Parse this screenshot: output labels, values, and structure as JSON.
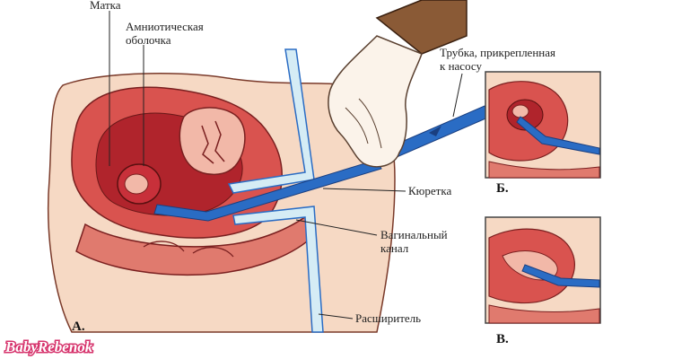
{
  "labels": {
    "uterus": "Матка",
    "amnion_line1": "Амниотическая",
    "amnion_line2": "оболочка",
    "tube_line1": "Трубка, прикрепленная",
    "tube_line2": "к насосу",
    "curette": "Кюретка",
    "vaginal_line1": "Вагинальный",
    "vaginal_line2": "канал",
    "dilator": "Расширитель",
    "panel_a": "А.",
    "panel_b": "Б.",
    "panel_c": "В."
  },
  "watermark": "BabyRebenok",
  "colors": {
    "tissue_dark": "#b0242c",
    "tissue_mid": "#d9534f",
    "tissue_light": "#f2b8a8",
    "skin": "#f6d9c4",
    "instrument": "#2a6cc4",
    "instrument_light": "#d5ecf5",
    "glove": "#fbf3ea",
    "sleeve": "#8a5a36",
    "watermark_stroke": "#d6336c"
  }
}
